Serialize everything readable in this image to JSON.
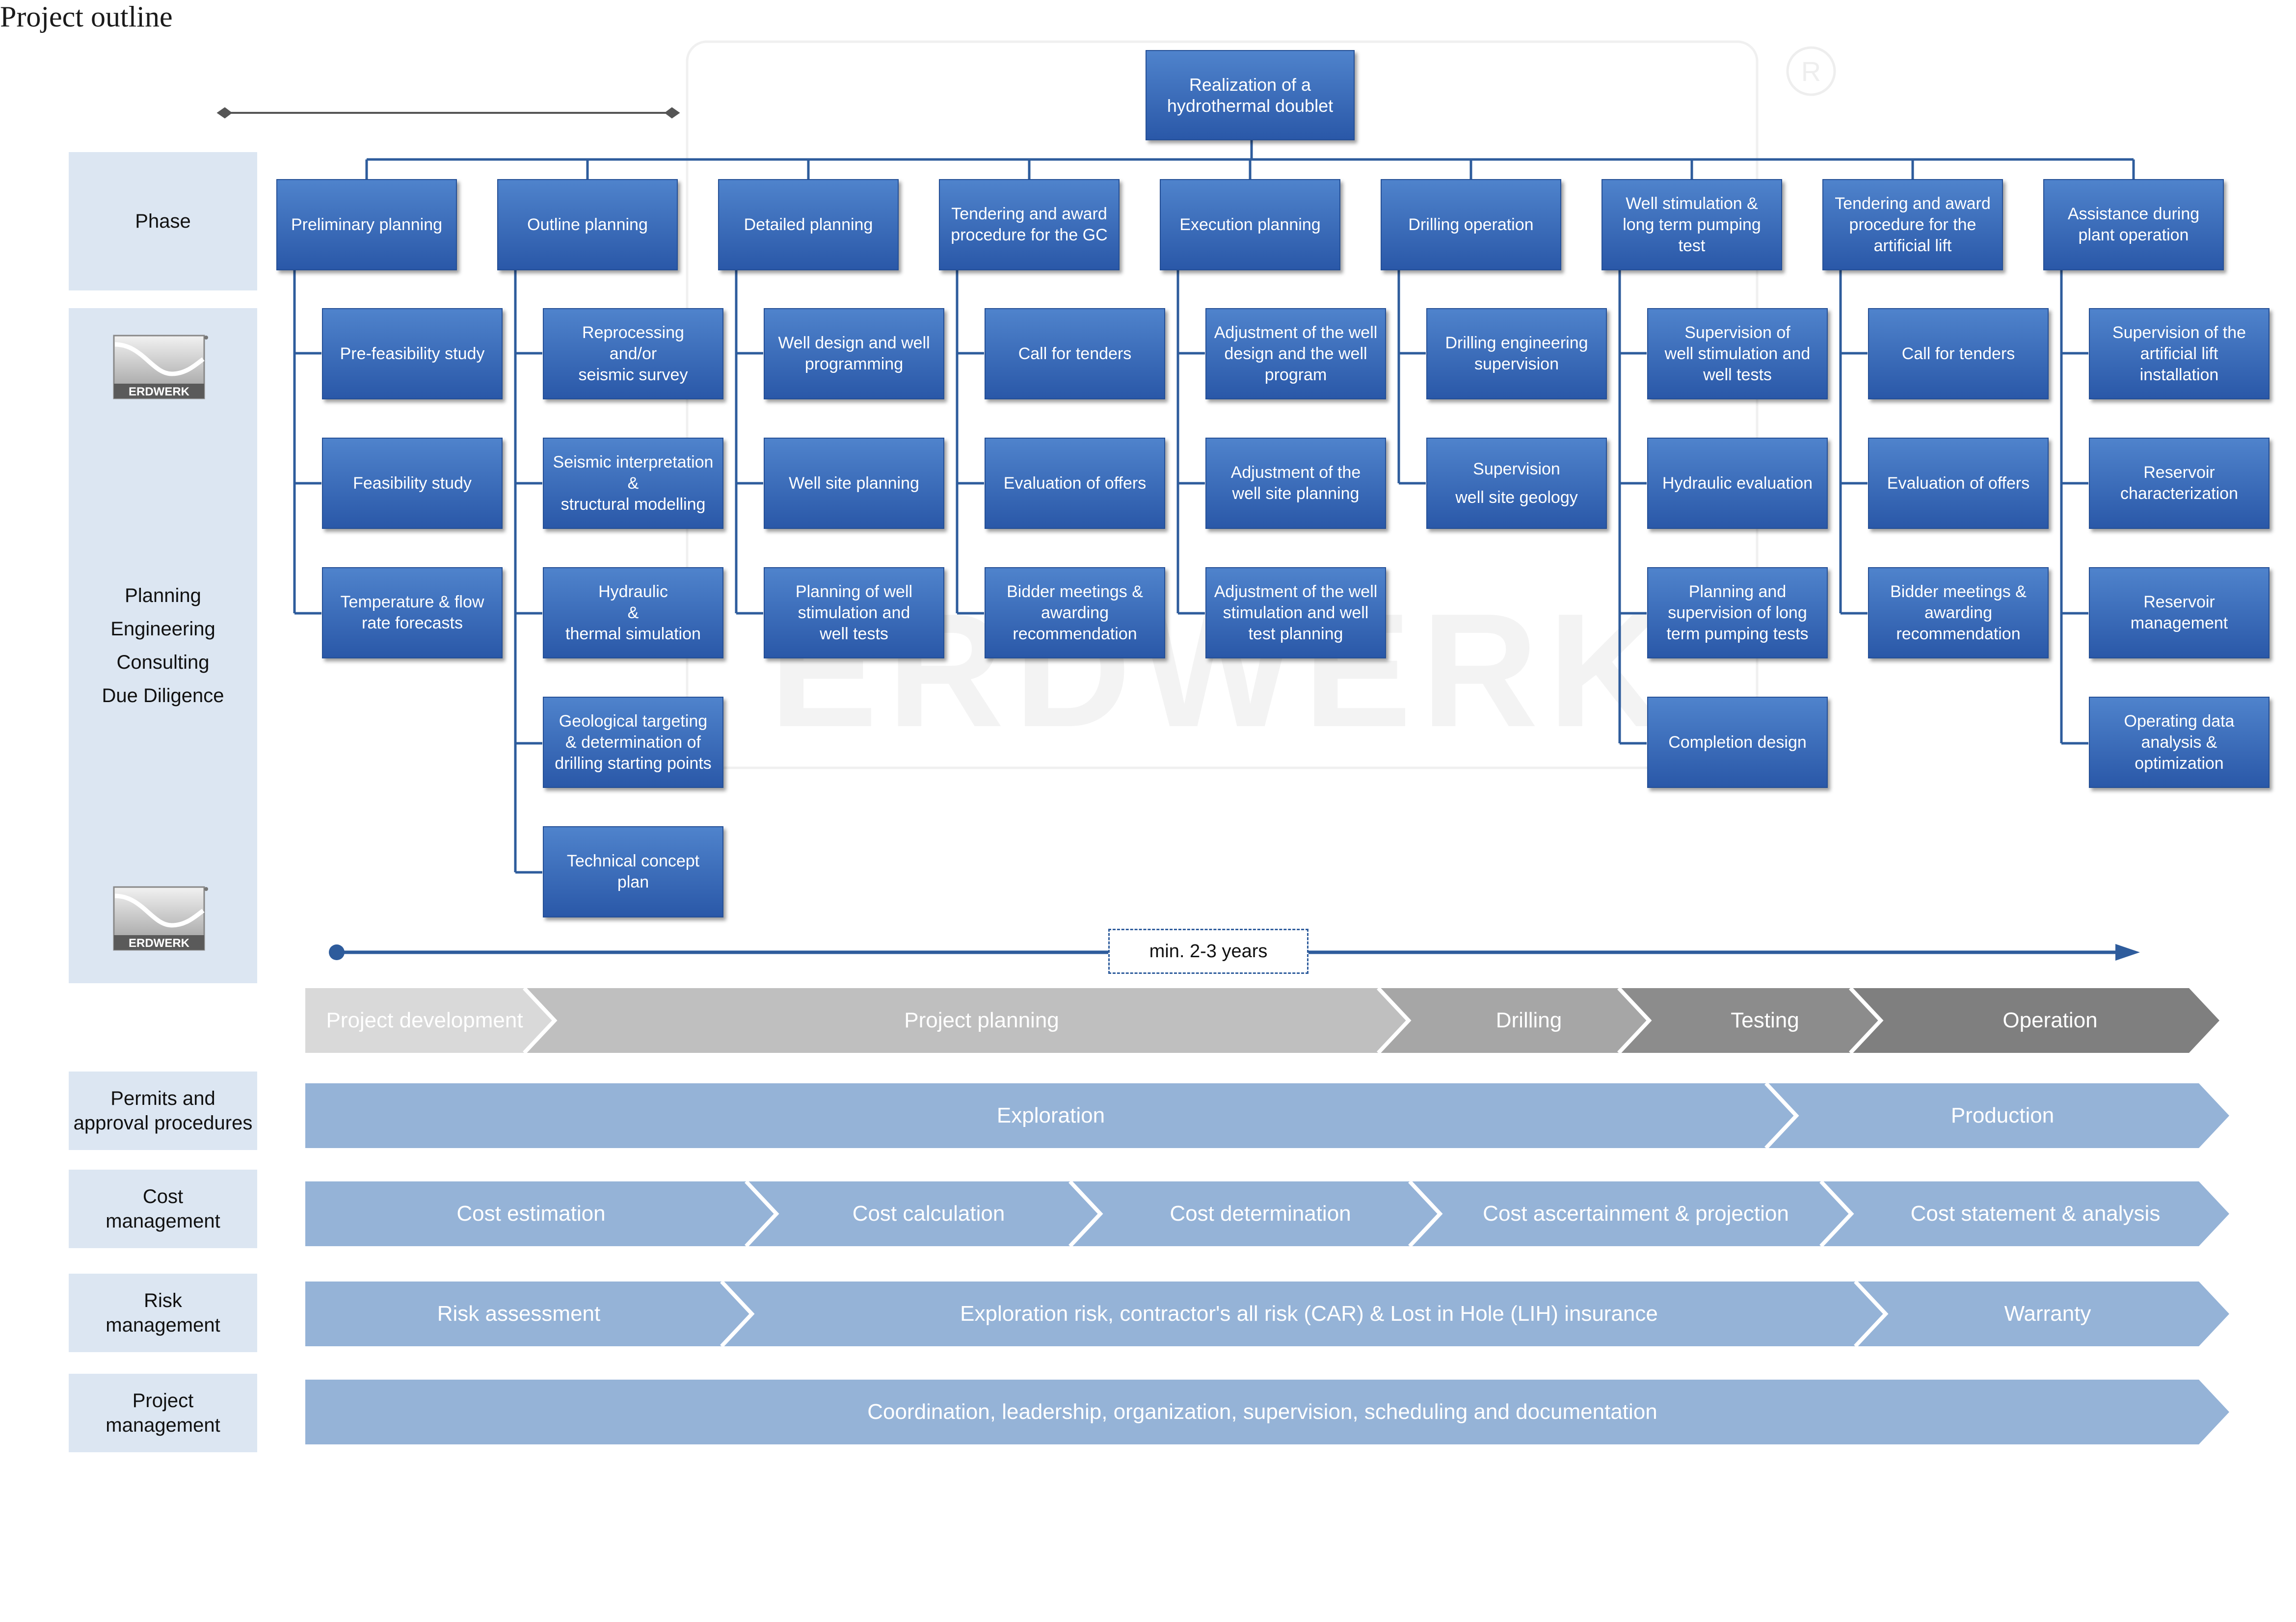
{
  "header": {
    "title": "Project outline",
    "root_box": "Realization of a\nhydrothermal doublet",
    "watermark": "ERDWERK"
  },
  "sidebar": {
    "phase": "Phase",
    "planning": "Planning\nEngineering\nConsulting\nDue Diligence",
    "permits": "Permits and\napproval procedures",
    "cost": "Cost\nmanagement",
    "risk": "Risk\nmanagement",
    "project": "Project\nmanagement",
    "logo_text": "ERDWERK"
  },
  "phases": [
    {
      "label": "Preliminary planning",
      "tasks": [
        "Pre-feasibility study",
        "Feasibility study",
        "Temperature & flow\nrate forecasts"
      ]
    },
    {
      "label": "Outline planning",
      "tasks": [
        "Reprocessing\nand/or\nseismic survey",
        "Seismic interpretation\n&\nstructural modelling",
        "Hydraulic\n&\nthermal simulation",
        "Geological targeting\n& determination of\ndrilling starting points",
        "Technical  concept\nplan"
      ]
    },
    {
      "label": "Detailed planning",
      "tasks": [
        "Well design and well\nprogramming",
        "Well site planning",
        "Planning of well\nstimulation and\nwell tests"
      ]
    },
    {
      "label": "Tendering and award\nprocedure for the GC",
      "tasks": [
        "Call for tenders",
        "Evaluation of offers",
        "Bidder meetings &\nawarding\nrecommendation"
      ]
    },
    {
      "label": "Execution planning",
      "tasks": [
        "Adjustment of the well\ndesign and the well\nprogram",
        "Adjustment of the\nwell site planning",
        "Adjustment of the well\nstimulation and well\ntest planning"
      ]
    },
    {
      "label": "Drilling operation",
      "tasks": [
        "Drilling engineering\nsupervision",
        "Supervision\nwell site geology"
      ]
    },
    {
      "label": "Well stimulation &\nlong term pumping\ntest",
      "tasks": [
        "Supervision of\nwell stimulation and\nwell tests",
        "Hydraulic evaluation",
        "Planning and\nsupervision of long\nterm pumping tests",
        "Completion design"
      ]
    },
    {
      "label": "Tendering and award\nprocedure for the\nartificial lift",
      "tasks": [
        "Call for tenders",
        "Evaluation of offers",
        "Bidder meetings &\nawarding\nrecommendation"
      ]
    },
    {
      "label": "Assistance during\nplant operation",
      "tasks": [
        "Supervision of the\nartificial lift\ninstallation",
        "Reservoir\ncharacterization",
        "Reservoir\nmanagement",
        "Operating data\nanalysis  &\noptimization"
      ]
    }
  ],
  "timeline": {
    "label": "min. 2-3 years"
  },
  "stages": [
    "Project development",
    "Project planning",
    "Drilling",
    "Testing",
    "Operation"
  ],
  "permits": [
    "Exploration",
    "Production"
  ],
  "cost": [
    "Cost estimation",
    "Cost calculation",
    "Cost determination",
    "Cost ascertainment & projection",
    "Cost statement & analysis"
  ],
  "risk": [
    "Risk assessment",
    "Exploration risk, contractor's all risk (CAR)  & Lost in Hole (LIH) insurance",
    "Warranty"
  ],
  "project_mgmt": "Coordination, leadership, organization, supervision, scheduling and documentation",
  "colors": {
    "box_top": "#4f83cc",
    "box_bottom": "#2a58a8",
    "side_bg": "#dce6f2",
    "band_blue": "#95b3d7",
    "stage_1": "#d9d9d9",
    "stage_2": "#bfbfbf",
    "stage_3": "#a6a6a6",
    "stage_4": "#8c8c8c",
    "stage_5": "#7f7f7f",
    "line": "#2e5c9c"
  }
}
